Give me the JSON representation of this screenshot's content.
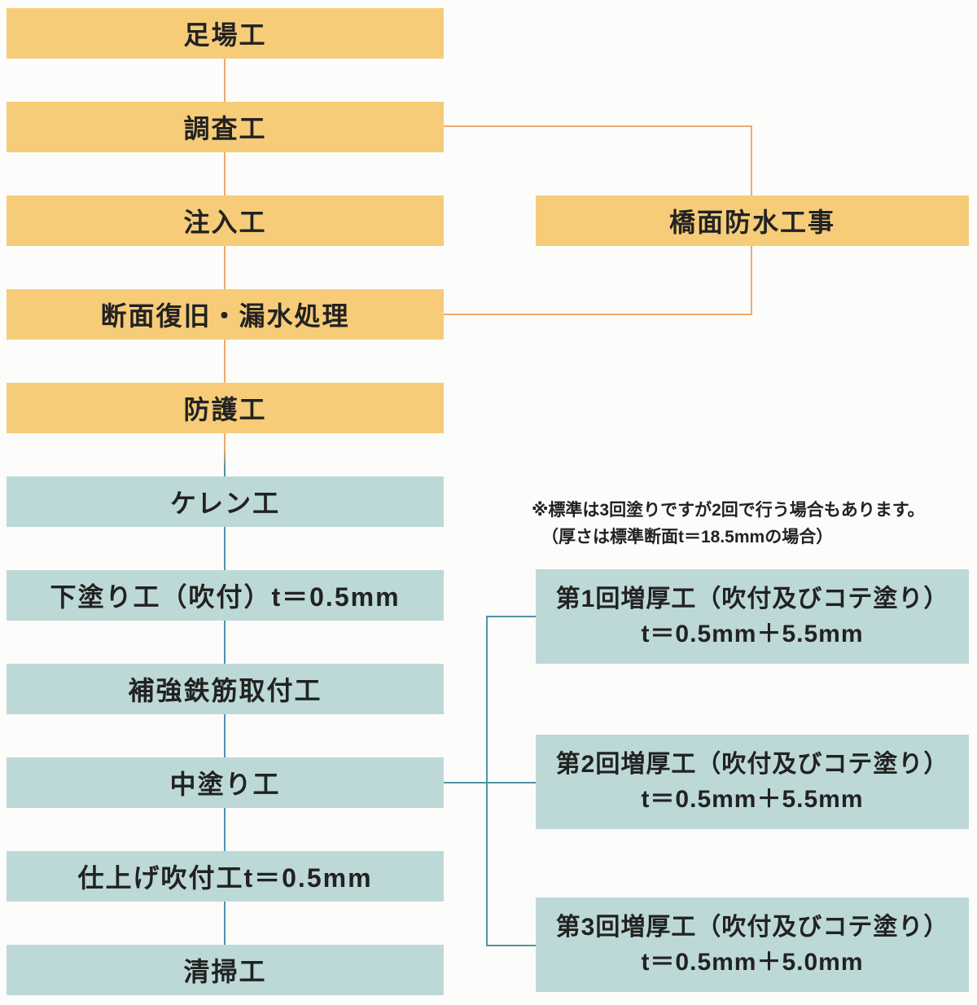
{
  "colors": {
    "bg": "#fcfcfa",
    "yellow-box": "#f6cc79",
    "teal-box": "#bdd9d7",
    "orange-line": "#f1a96a",
    "blue-line": "#4a93b0",
    "teal-line": "#4f93a0",
    "text": "#222222"
  },
  "flow": {
    "left_column": [
      {
        "label": "足場工"
      },
      {
        "label": "調査工"
      },
      {
        "label": "注入工"
      },
      {
        "label": "断面復旧・漏水処理"
      },
      {
        "label": "防護工"
      },
      {
        "label": "ケレン工"
      },
      {
        "label": "下塗り工（吹付）t＝0.5mm"
      },
      {
        "label": "補強鉄筋取付工"
      },
      {
        "label": "中塗り工"
      },
      {
        "label": "仕上げ吹付工t＝0.5mm"
      },
      {
        "label": "清掃工"
      }
    ],
    "bridge_waterproofing": {
      "label": "橋面防水工事"
    },
    "note": {
      "line1": "※標準は3回塗りですが2回で行う場合もあります。",
      "line2": "（厚さは標準断面t＝18.5mmの場合）"
    },
    "thickening_steps": [
      {
        "line1": "第1回増厚工（吹付及びコテ塗り）",
        "line2": "t＝0.5mm＋5.5mm"
      },
      {
        "line1": "第2回増厚工（吹付及びコテ塗り）",
        "line2": "t＝0.5mm＋5.5mm"
      },
      {
        "line1": "第3回増厚工（吹付及びコテ塗り）",
        "line2": "t＝0.5mm＋5.0mm"
      }
    ]
  }
}
